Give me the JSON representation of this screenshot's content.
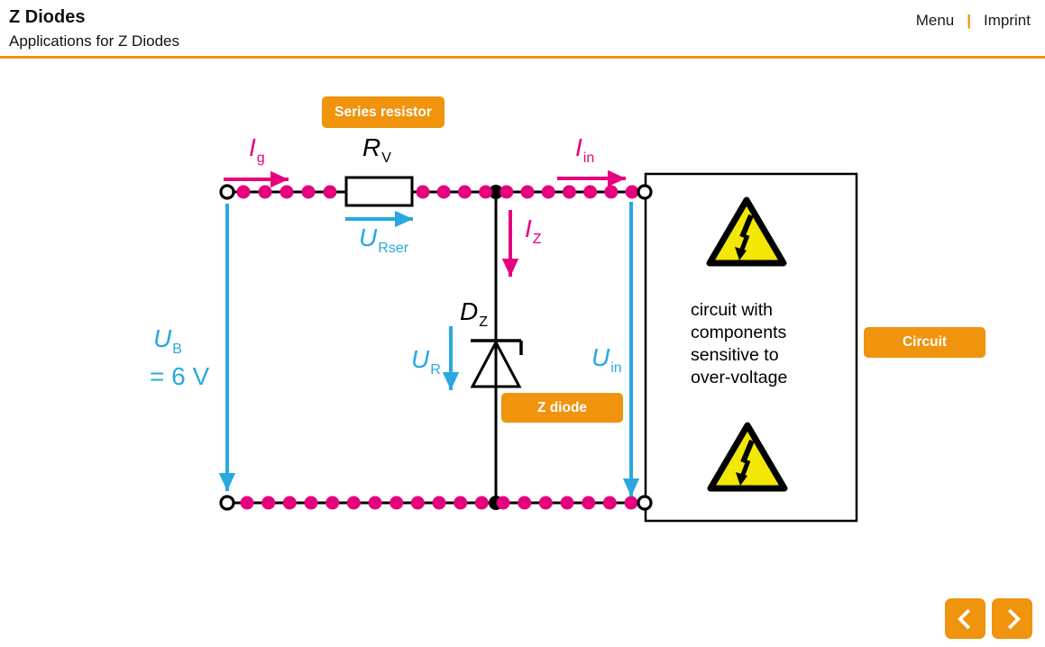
{
  "header": {
    "title": "Z Diodes",
    "subtitle": "Applications for Z Diodes",
    "menu_label": "Menu",
    "separator": "|",
    "imprint_label": "Imprint"
  },
  "buttons": {
    "series_resistor": "Series resistor",
    "z_diode": "Z diode",
    "circuit": "Circuit"
  },
  "diagram": {
    "labels": {
      "i_g": {
        "main": "I",
        "sub": "g"
      },
      "r_v": {
        "main": "R",
        "sub": "V"
      },
      "i_in": {
        "main": "I",
        "sub": "in"
      },
      "u_rser": {
        "main": "U",
        "sub": "Rser"
      },
      "i_z": {
        "main": "I",
        "sub": "Z"
      },
      "d_z": {
        "main": "D",
        "sub": "Z"
      },
      "u_r": {
        "main": "U",
        "sub": "R"
      },
      "u_in": {
        "main": "U",
        "sub": "in"
      },
      "u_b": {
        "main": "U",
        "sub": "B",
        "value": "= 6 V"
      }
    },
    "box_text": [
      "circuit with",
      "components",
      "sensitive to",
      "over-voltage"
    ],
    "icons": {
      "warning": "high-voltage-warning-triangle"
    }
  },
  "nav": {
    "prev_icon": "chevron-left",
    "next_icon": "chevron-right"
  },
  "colors": {
    "accent_orange": "#f0930d",
    "current_magenta": "#e6007e",
    "voltage_cyan": "#29a8e0",
    "warning_yellow": "#f2e705"
  }
}
